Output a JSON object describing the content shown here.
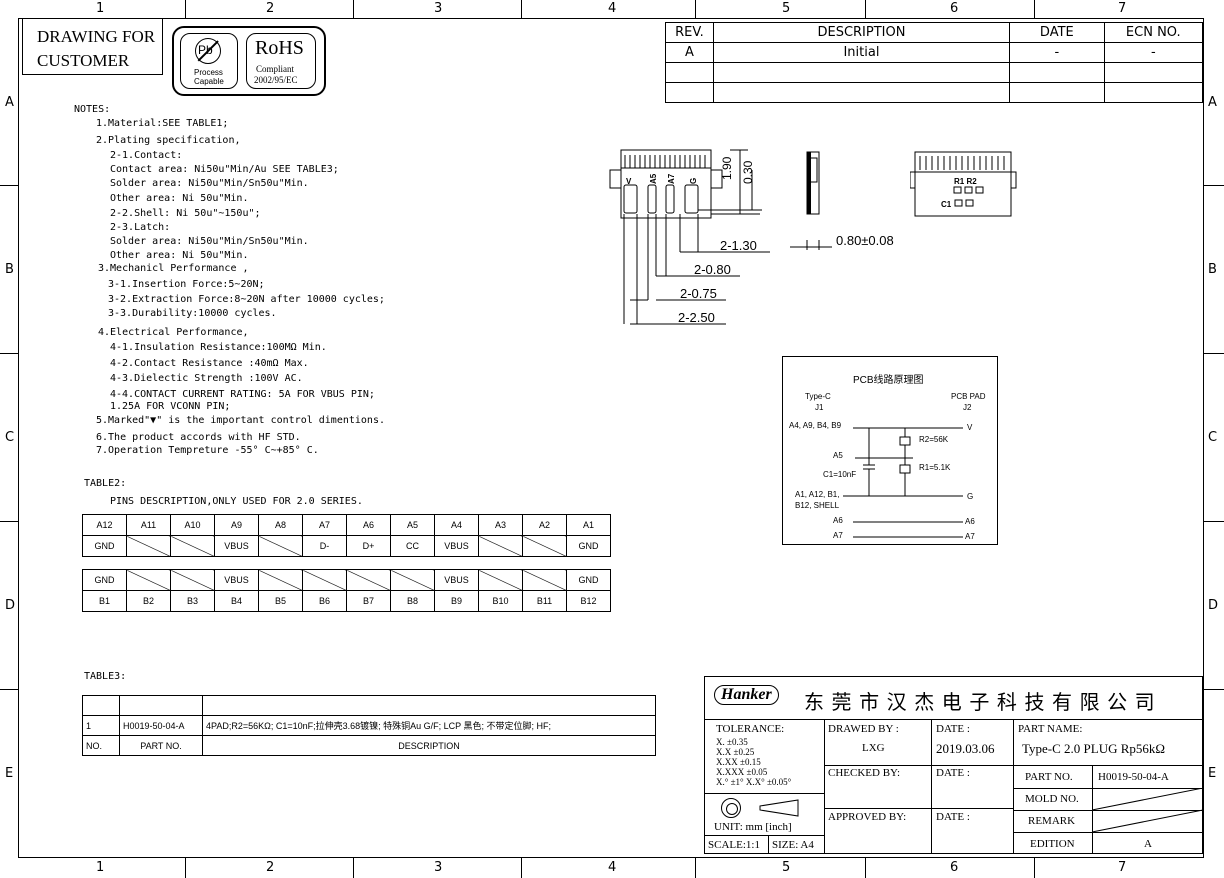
{
  "header": {
    "drawing_for": [
      "DRAWING FOR",
      "CUSTOMER"
    ],
    "pb_logo": {
      "symbol": "Pb",
      "line1": "Process",
      "line2": "Capable"
    },
    "rohs_logo": {
      "title": "RoHS",
      "line1": "Compliant",
      "line2": "2002/95/EC"
    }
  },
  "zones": {
    "columns": [
      "1",
      "2",
      "3",
      "4",
      "5",
      "6",
      "7"
    ],
    "rows": [
      "A",
      "B",
      "C",
      "D",
      "E"
    ]
  },
  "revision_table": {
    "headers": [
      "REV.",
      "DESCRIPTION",
      "DATE",
      "ECN NO."
    ],
    "rows": [
      [
        "A",
        "Initial",
        "-",
        "-"
      ],
      [
        "",
        "",
        "",
        ""
      ],
      [
        "",
        "",
        "",
        ""
      ]
    ]
  },
  "notes": {
    "title": "NOTES:",
    "lines": [
      "1.Material:SEE TABLE1;",
      "2.Plating specification,",
      "  2-1.Contact:",
      "  Contact area: Ni50u\"Min/Au SEE TABLE3;",
      "  Solder area: Ni50u\"Min/Sn50u\"Min.",
      "  Other area: Ni 50u\"Min.",
      "  2-2.Shell: Ni 50u\"~150u\";",
      "  2-3.Latch:",
      "  Solder area: Ni50u\"Min/Sn50u\"Min.",
      "  Other area: Ni 50u\"Min.",
      "3.Mechanicl Performance ,",
      " 3-1.Insertion Force:5~20N;",
      " 3-2.Extraction Force:8~20N after 10000 cycles;",
      " 3-3.Durability:10000 cycles.",
      "4.Electrical Performance,",
      " 4-1.Insulation Resistance:100MΩ Min.",
      " 4-2.Contact Resistance :40mΩ Max.",
      " 4-3.Dielectic Strength :100V AC.",
      " 4-4.CONTACT CURRENT RATING: 5A FOR VBUS PIN;",
      "                     1.25A FOR VCONN PIN;",
      "5.Marked\"▼\" is the important control dimentions.",
      "6.The product accords with HF STD.",
      "7.Operation Tempreture -55° C~+85° C."
    ]
  },
  "table2": {
    "title": "TABLE2:",
    "subtitle": "PINS DESCRIPTION,ONLY USED FOR 2.0 SERIES.",
    "top_pins": [
      "A12",
      "A11",
      "A10",
      "A9",
      "A8",
      "A7",
      "A6",
      "A5",
      "A4",
      "A3",
      "A2",
      "A1"
    ],
    "top_signals": [
      "GND",
      "",
      "",
      "VBUS",
      "",
      "D-",
      "D+",
      "CC",
      "VBUS",
      "",
      "",
      "GND"
    ],
    "bottom_signals": [
      "GND",
      "",
      "",
      "VBUS",
      "",
      "",
      "",
      "",
      "VBUS",
      "",
      "",
      "GND"
    ],
    "bottom_pins": [
      "B1",
      "B2",
      "B3",
      "B4",
      "B5",
      "B6",
      "B7",
      "B8",
      "B9",
      "B10",
      "B11",
      "B12"
    ]
  },
  "table3": {
    "title": "TABLE3:",
    "row": {
      "no": "1",
      "part": "H0019-50-04-A",
      "desc": "4PAD;R2=56KΩ; C1=10nF;拉伸壳3.68镀镍; 特殊铜Au G/F; LCP 黑色; 不带定位脚; HF;"
    },
    "headers": {
      "no": "NO.",
      "part": "PART NO.",
      "desc": "DESCRIPTION"
    }
  },
  "dimensions": {
    "d190": "1.90",
    "d030": "0.30",
    "d130": "2-1.30",
    "d080": "2-0.80",
    "d075": "2-0.75",
    "d250": "2-2.50",
    "d008": "0.80±0.08",
    "pad_labels": [
      "V",
      "A5",
      "A7",
      "G"
    ],
    "pcb_labels": {
      "r1r2": "R1 R2",
      "c1": "C1"
    }
  },
  "schematic": {
    "title": "PCB线路原理图",
    "left_title": [
      "Type-C",
      "J1"
    ],
    "right_title": [
      "PCB PAD",
      "J2"
    ],
    "nets": [
      "A4, A9, B4, B9",
      "A5",
      "A1, A12, B1,",
      "B12, SHELL",
      "A6",
      "A7"
    ],
    "right_nets": [
      "V",
      "G",
      "A6",
      "A7"
    ],
    "components": [
      "R2=56K",
      "R1=5.1K",
      "C1=10nF"
    ]
  },
  "title_block": {
    "brand": "Hanker",
    "company": "东 莞 市 汉 杰 电 子 科 技 有 限 公 司",
    "tolerance_title": "TOLERANCE:",
    "tolerances": [
      "X.   ±0.35",
      "X.X   ±0.25",
      "X.XX  ±0.15",
      "X.XXX ±0.05",
      "X.° ±1°    X.X° ±0.05°"
    ],
    "unit": "UNIT: mm [inch]",
    "scale": "SCALE:1:1",
    "size": "SIZE: A4",
    "drawn_by_label": "DRAWED BY :",
    "drawn_by": "LXG",
    "date_label": "DATE :",
    "date": "2019.03.06",
    "checked_by_label": "CHECKED BY:",
    "approved_by_label": "APPROVED BY:",
    "part_name_label": "PART NAME:",
    "part_name": "Type-C 2.0 PLUG Rp56kΩ",
    "part_no_label": "PART NO.",
    "part_no": "H0019-50-04-A",
    "mold_no_label": "MOLD NO.",
    "remark_label": "REMARK",
    "edition_label": "EDITION",
    "edition": "A"
  }
}
